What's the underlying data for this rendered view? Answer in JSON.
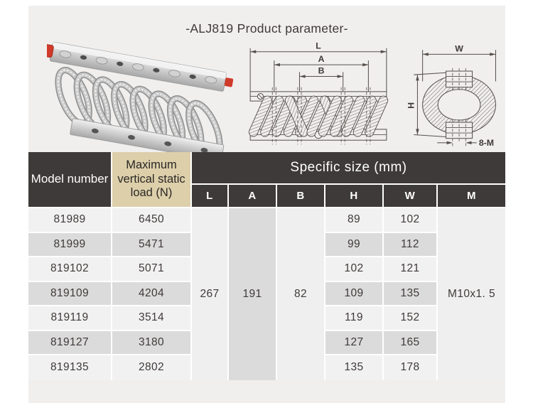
{
  "title": "-ALJ819 Product parameter-",
  "colors": {
    "header_bg": "#3e3a39",
    "header_text": "#ffffff",
    "load_header_bg": "#dccfaa",
    "row_light": "#f2f1f1",
    "row_dark": "#dcdbdb",
    "body_text": "#3e3a39",
    "card_bg": "#f0efee",
    "photo_red_cap": "#d03a2a"
  },
  "figures": {
    "front_view": {
      "dim_l": "L",
      "dim_a": "A",
      "dim_b": "B"
    },
    "side_view": {
      "dim_w": "W",
      "dim_h": "H",
      "dim_bolt": "8-M"
    }
  },
  "table": {
    "headers": {
      "model": "Model number",
      "load": "Maximum vertical static load (N)",
      "size": "Specific size (mm)"
    },
    "size_columns": [
      "L",
      "A",
      "B",
      "H",
      "W",
      "M"
    ],
    "shared": {
      "L": "267",
      "A": "191",
      "B": "82",
      "M": "M10x1. 5"
    },
    "rows": [
      {
        "model": "81989",
        "load": "6450",
        "H": "89",
        "W": "102"
      },
      {
        "model": "81999",
        "load": "5471",
        "H": "99",
        "W": "112"
      },
      {
        "model": "819102",
        "load": "5071",
        "H": "102",
        "W": "121"
      },
      {
        "model": "819109",
        "load": "4204",
        "H": "109",
        "W": "135"
      },
      {
        "model": "819119",
        "load": "3514",
        "H": "119",
        "W": "152"
      },
      {
        "model": "819127",
        "load": "3180",
        "H": "127",
        "W": "165"
      },
      {
        "model": "819135",
        "load": "2802",
        "H": "135",
        "W": "178"
      }
    ]
  }
}
